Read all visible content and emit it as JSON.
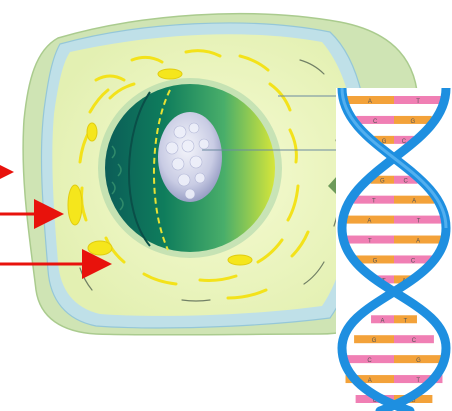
{
  "colors": {
    "background": "#ffffff",
    "cell_outer": "#cfe4b4",
    "cell_membrane": "#b7d9e6",
    "cytoplasm": "#eef7c0",
    "organelle": "#f5e61c",
    "nucleus_dark": "#0f7a5e",
    "nucleus_mid": "#2aa37a",
    "nucleus_light": "#c8e23c",
    "nucleolus": "#cfd3ea",
    "arrow_red": "#e8120c",
    "arrow_green": "#6d9a5a",
    "dna_backbone": "#1e8fe0",
    "dna_orange": "#f3a23a",
    "dna_pink": "#f07fb4",
    "dna_letter": "#555555"
  },
  "icons": {
    "pointer_arrows": "red-arrow-icon",
    "dna_arrows": "green-arrow-icon"
  },
  "dna": {
    "base_pairs": [
      {
        "left": "A",
        "right": "T"
      },
      {
        "left": "C",
        "right": "G"
      },
      {
        "left": "G",
        "right": "C"
      },
      {
        "left": "T",
        "right": "A"
      },
      {
        "left": "G",
        "right": "C"
      },
      {
        "left": "T",
        "right": "A"
      },
      {
        "left": "A",
        "right": "T"
      },
      {
        "left": "T",
        "right": "A"
      },
      {
        "left": "G",
        "right": "C"
      },
      {
        "left": "T",
        "right": "A"
      },
      {
        "left": "C",
        "right": "G"
      },
      {
        "left": "A",
        "right": "T"
      },
      {
        "left": "G",
        "right": "C"
      },
      {
        "left": "C",
        "right": "G"
      },
      {
        "left": "A",
        "right": "T"
      },
      {
        "left": "C",
        "right": "G"
      }
    ]
  }
}
